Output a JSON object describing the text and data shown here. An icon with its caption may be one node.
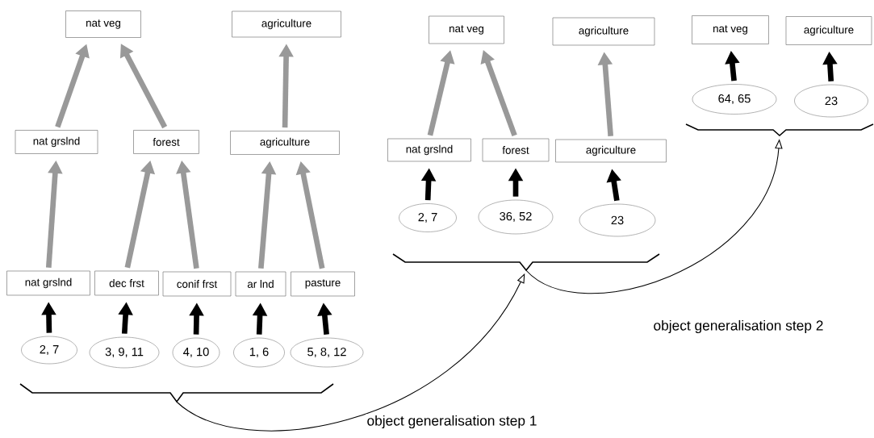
{
  "diagram": {
    "nodes": [
      {
        "text": [
          "nat veg"
        ]
      },
      {
        "text": [
          "agriculture"
        ]
      },
      {
        "text": [
          "nat grslnd"
        ]
      },
      {
        "text": [
          "forest"
        ]
      },
      {
        "text": [
          "agriculture"
        ]
      },
      {
        "text": [
          "nat grslnd"
        ]
      },
      {
        "text": [
          "dec frst"
        ]
      },
      {
        "text": [
          "conif frst"
        ]
      },
      {
        "text": [
          "ar lnd"
        ]
      },
      {
        "text": [
          "pasture"
        ]
      },
      {
        "text": [
          "2, 7"
        ]
      },
      {
        "text": [
          "3, 9, 11"
        ]
      },
      {
        "text": [
          "4, 10"
        ]
      },
      {
        "text": [
          "1, 6"
        ]
      },
      {
        "text": [
          "5, 8, 12"
        ]
      },
      {
        "text": [],
        "shape": "brace"
      },
      {
        "text": [
          "nat veg"
        ]
      },
      {
        "text": [
          "agriculture"
        ]
      },
      {
        "text": [
          "nat grslnd"
        ]
      },
      {
        "text": [
          "forest"
        ]
      },
      {
        "text": [
          "agriculture"
        ]
      },
      {
        "text": [
          "2, 7"
        ]
      },
      {
        "text": [
          "36, 52"
        ]
      },
      {
        "text": [
          "23"
        ]
      },
      {
        "text": [],
        "shape": "brace"
      },
      {
        "text": [
          "nat veg"
        ]
      },
      {
        "text": [
          "agriculture"
        ]
      },
      {
        "text": [
          "64, 65"
        ]
      },
      {
        "text": [
          "23"
        ]
      },
      {
        "text": [],
        "shape": "brace"
      }
    ],
    "edges": [
      {
        "from": 2,
        "to": 0,
        "arrow": "to",
        "color": "#999999"
      },
      {
        "from": 3,
        "to": 0,
        "arrow": "to",
        "color": "#999999"
      },
      {
        "from": 4,
        "to": 1,
        "arrow": "to",
        "color": "#999999"
      },
      {
        "from": 5,
        "to": 2,
        "arrow": "to",
        "color": "#999999"
      },
      {
        "from": 6,
        "to": 3,
        "arrow": "to",
        "color": "#999999"
      },
      {
        "from": 7,
        "to": 3,
        "arrow": "to",
        "color": "#999999"
      },
      {
        "from": 8,
        "to": 4,
        "arrow": "to",
        "color": "#999999"
      },
      {
        "from": 9,
        "to": 4,
        "arrow": "to",
        "color": "#999999"
      },
      {
        "from": 10,
        "to": 5,
        "arrow": "to",
        "color": "#000000"
      },
      {
        "from": 11,
        "to": 6,
        "arrow": "to",
        "color": "#000000"
      },
      {
        "from": 12,
        "to": 7,
        "arrow": "to",
        "color": "#000000"
      },
      {
        "from": 13,
        "to": 8,
        "arrow": "to",
        "color": "#000000"
      },
      {
        "from": 14,
        "to": 9,
        "arrow": "to",
        "color": "#000000"
      },
      {
        "from": 18,
        "to": 16,
        "arrow": "to",
        "color": "#999999"
      },
      {
        "from": 19,
        "to": 16,
        "arrow": "to",
        "color": "#999999"
      },
      {
        "from": 20,
        "to": 17,
        "arrow": "to",
        "color": "#999999"
      },
      {
        "from": 21,
        "to": 18,
        "arrow": "to",
        "color": "#000000"
      },
      {
        "from": 22,
        "to": 19,
        "arrow": "to",
        "color": "#000000"
      },
      {
        "from": 23,
        "to": 20,
        "arrow": "to",
        "color": "#000000"
      },
      {
        "from": 27,
        "to": 25,
        "arrow": "to",
        "color": "#000000"
      },
      {
        "from": 28,
        "to": 26,
        "arrow": "to",
        "color": "#000000"
      },
      {
        "from": 15,
        "to": 24,
        "arrow": "to",
        "label": "object generalisation step 1",
        "color": "#000000"
      },
      {
        "from": 24,
        "to": 29,
        "arrow": "to",
        "label": "object generalisation step 2",
        "color": "#000000"
      }
    ]
  }
}
